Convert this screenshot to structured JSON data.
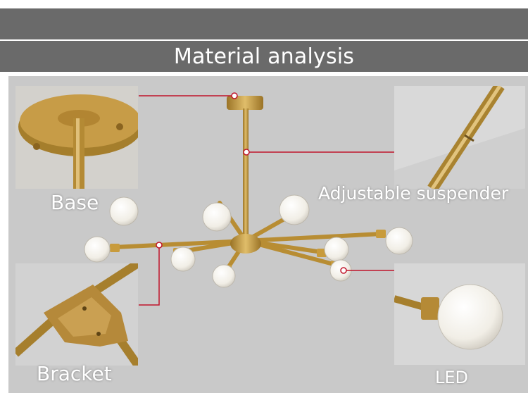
{
  "header": {
    "title": "Material analysis"
  },
  "callouts": {
    "base": "Base",
    "adjustable_suspender": "Adjustable suspender",
    "bracket": "Bracket",
    "led": "LED"
  },
  "colors": {
    "header_band": "#6a6a6a",
    "background": "#c9c9c9",
    "brass": "#c89b3c",
    "callout_line": "#c0142a",
    "bulb": "#f4f1ea"
  }
}
